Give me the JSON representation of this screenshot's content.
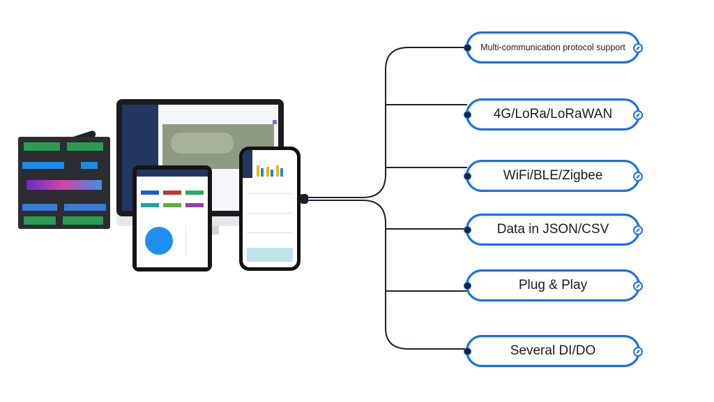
{
  "features": [
    {
      "label": "Multi-communication protocol support",
      "small": true
    },
    {
      "label": "4G/LoRa/LoRaWAN",
      "small": false
    },
    {
      "label": "WiFi/BLE/Zigbee",
      "small": false
    },
    {
      "label": "Data in JSON/CSV",
      "small": false
    },
    {
      "label": "Plug & Play",
      "small": false
    },
    {
      "label": "Several DI/DO",
      "small": false
    }
  ],
  "colors": {
    "accent": "#1a6ee8",
    "connector": "#1b1f2a",
    "pie": "#1e8ff0"
  },
  "icons": {
    "pill_start": "dot-icon",
    "pill_end": "link-icon"
  }
}
